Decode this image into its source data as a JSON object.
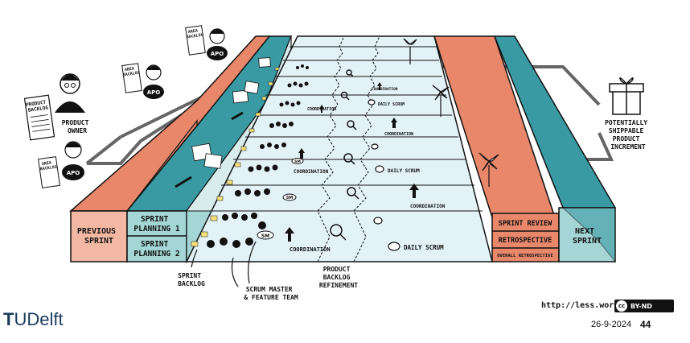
{
  "labels": {
    "previous_sprint": [
      "PREVIOUS",
      "SPRINT"
    ],
    "sprint_planning_1": [
      "SPRINT",
      "PLANNING 1"
    ],
    "sprint_planning_2": [
      "SPRINT",
      "PLANNING 2"
    ],
    "sprint_review": "SPRINT REVIEW",
    "retrospective": "RETROSPECTIVE",
    "overall_retrospective": "OVERALL RETROSPECTIVE",
    "next_sprint": [
      "NEXT",
      "SPRINT"
    ],
    "product_owner": [
      "PRODUCT",
      "OWNER"
    ],
    "product_backlog_doc": [
      "PRODUCT",
      "BACKLOG"
    ],
    "area_backlog_doc": [
      "AREA",
      "BACKLOG"
    ],
    "apo": "APO",
    "sm": "SM",
    "potentially_shippable": [
      "POTENTIALLY",
      "SHIPPABLE",
      "PRODUCT",
      "INCREMENT"
    ],
    "sprint_backlog": [
      "SPRINT",
      "BACKLOG"
    ],
    "scrum_master_team": [
      "SCRUM MASTER",
      "& FEATURE TEAM"
    ],
    "product_backlog_refinement": [
      "PRODUCT",
      "BACKLOG",
      "REFINEMENT"
    ],
    "coordination": "COORDINATION",
    "daily_scrum": "DAILY SCRUM"
  },
  "colors": {
    "salmon": "#e8876a",
    "salmon_light": "#f2b8a4",
    "teal": "#3a9aa3",
    "teal_dark": "#2c7f87",
    "teal_light": "#a5d6d6",
    "lane": "#e3f2f7",
    "ink": "#111111"
  },
  "footer": {
    "url": "http://less.works",
    "license_symbol": "cc",
    "license": "BY-ND",
    "logo_t": "T",
    "logo_rest": "UDelft",
    "date": "26-9-2024",
    "page": "44"
  }
}
